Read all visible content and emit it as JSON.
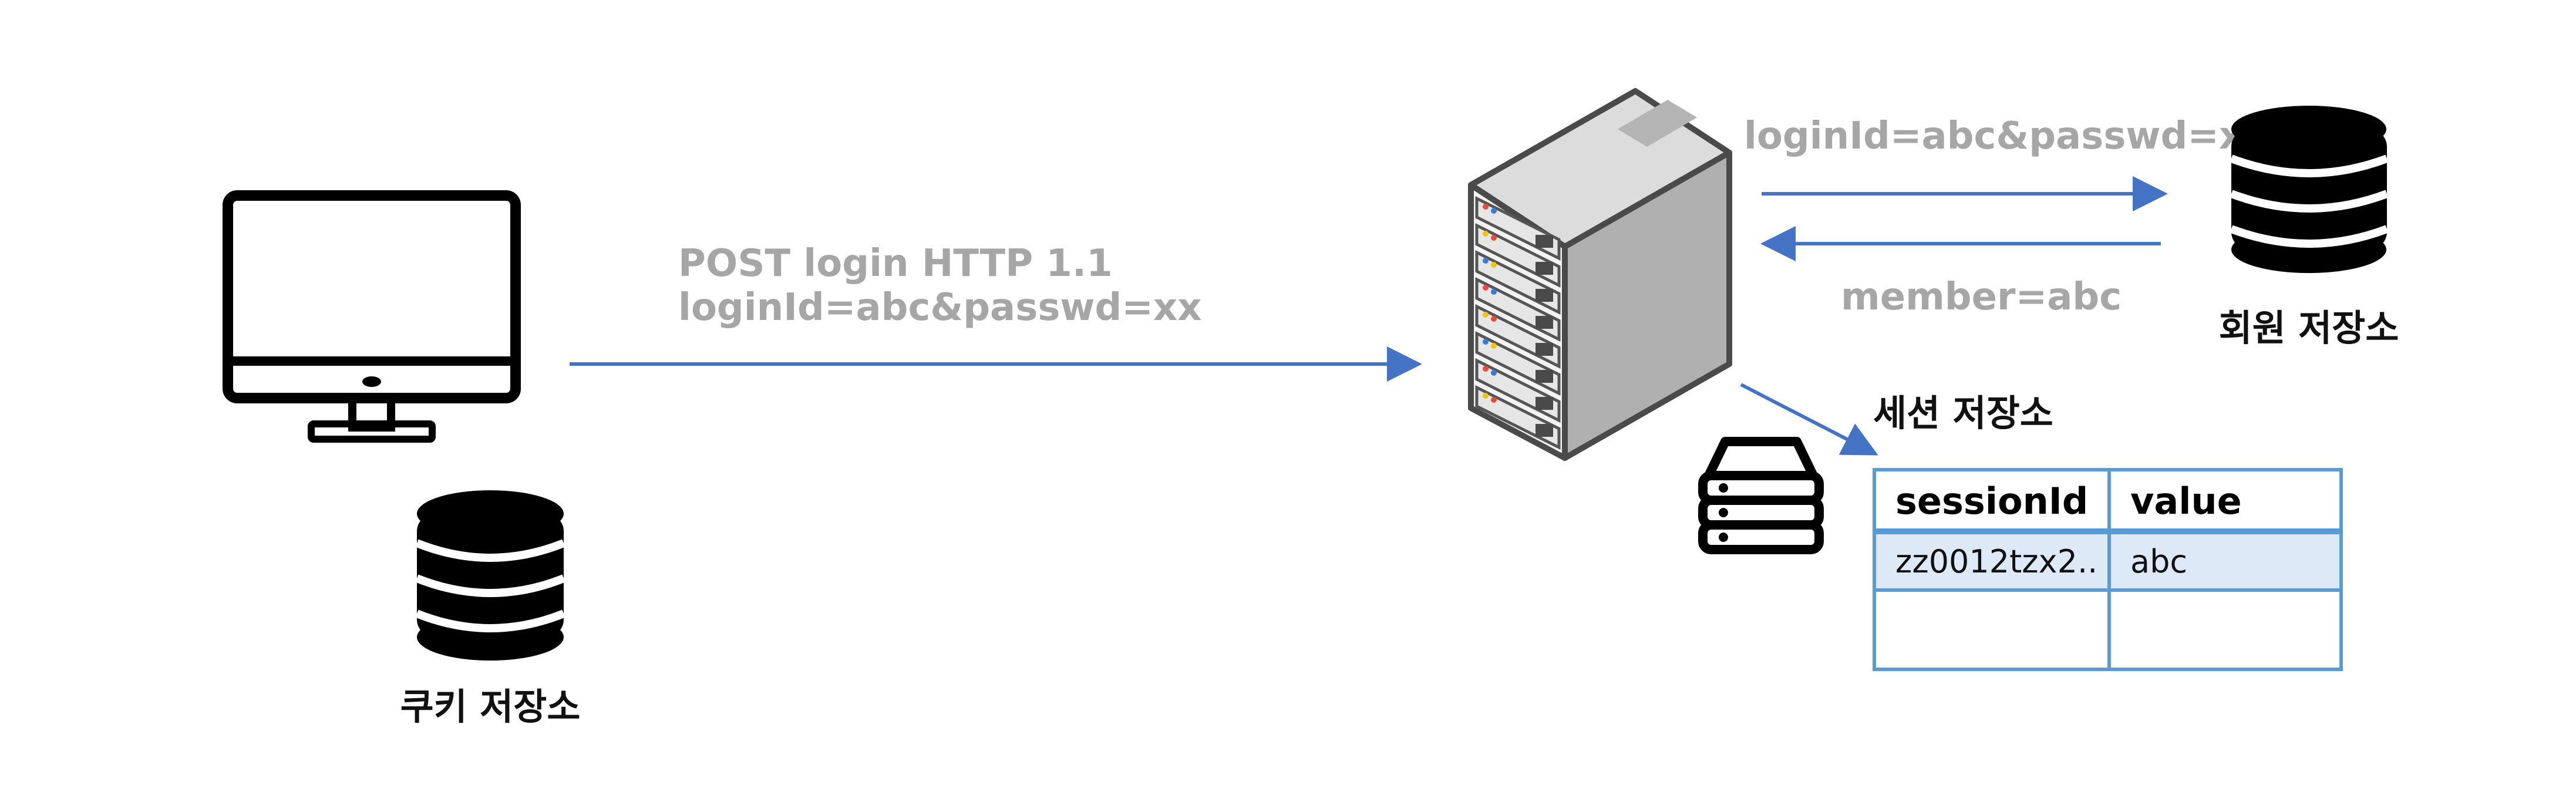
{
  "request": {
    "line1": "POST login HTTP 1.1",
    "line2": "loginId=abc&passwd=xx"
  },
  "member_query": "loginId=abc&passwd=xx",
  "member_response": "member=abc",
  "labels": {
    "cookie_store": "쿠키 저장소",
    "member_store": "회원 저장소",
    "session_store": "세션 저장소"
  },
  "session_table": {
    "headers": [
      "sessionId",
      "value"
    ],
    "rows": [
      [
        "zz0012tzx2..",
        "abc"
      ],
      [
        "",
        ""
      ]
    ]
  },
  "colors": {
    "arrow": "#4472c4",
    "table_border": "#5b9bd5",
    "table_highlight": "#dde9f6",
    "muted_text": "#a6a6a6"
  },
  "icons": [
    "monitor-icon",
    "cookie-database-icon",
    "server-icon",
    "member-database-icon",
    "session-storage-icon"
  ]
}
